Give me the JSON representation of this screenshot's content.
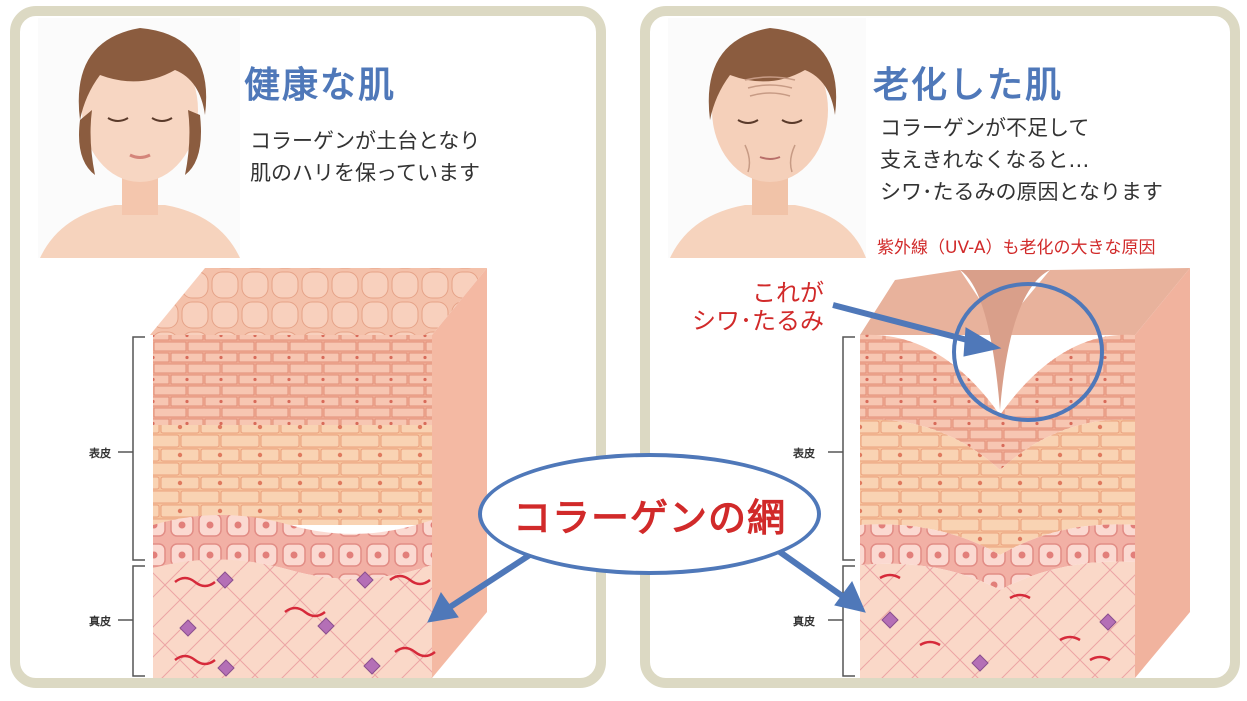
{
  "left": {
    "title": "健康な肌",
    "desc_line1": "コラーゲンが土台となり",
    "desc_line2": "肌のハリを保っています",
    "label_epidermis": "表皮",
    "label_dermis": "真皮"
  },
  "right": {
    "title": "老化した肌",
    "desc_line1": "コラーゲンが不足して",
    "desc_line2": "支えきれなくなると…",
    "desc_line3": "シワ･たるみの原因となります",
    "uv_note": "紫外線（UV-A）も老化の大きな原因",
    "callout_line1": "これが",
    "callout_line2": "シワ･たるみ",
    "label_epidermis": "表皮",
    "label_dermis": "真皮"
  },
  "center_bubble": "コラーゲンの網",
  "colors": {
    "accent_blue": "#4f78b9",
    "accent_red": "#d12a2a",
    "frame": "#dcd9c3",
    "skin_top": "#f2c0a6",
    "epidermis": "#f2a98f",
    "dermis": "#f9d5c4"
  }
}
